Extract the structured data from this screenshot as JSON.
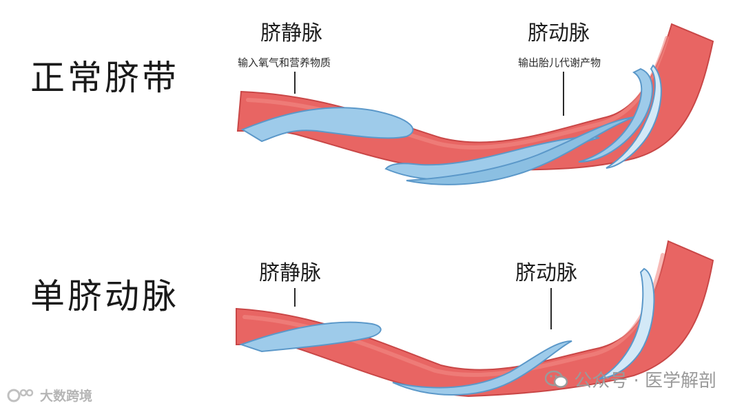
{
  "normal": {
    "title": "正常脐带",
    "vein_label": "脐静脉",
    "vein_note": "输入氧气和营养物质",
    "artery_label": "脐动脉",
    "artery_note": "输出胎儿代谢产物"
  },
  "single": {
    "title": "单脐动脉",
    "vein_label": "脐静脉",
    "artery_label": "脐动脉"
  },
  "watermarks": {
    "right": "公众号 · 医学解剖",
    "left": "大数跨境"
  },
  "colors": {
    "artery": "#e86563",
    "artery_edge": "#c94747",
    "artery_light": "#f28a86",
    "vein": "#9ecbea",
    "vein_edge": "#5b98c9",
    "vein_light": "#d3e9f7"
  },
  "icons": [
    "wechat-icon",
    "watermark-logo-icon"
  ]
}
